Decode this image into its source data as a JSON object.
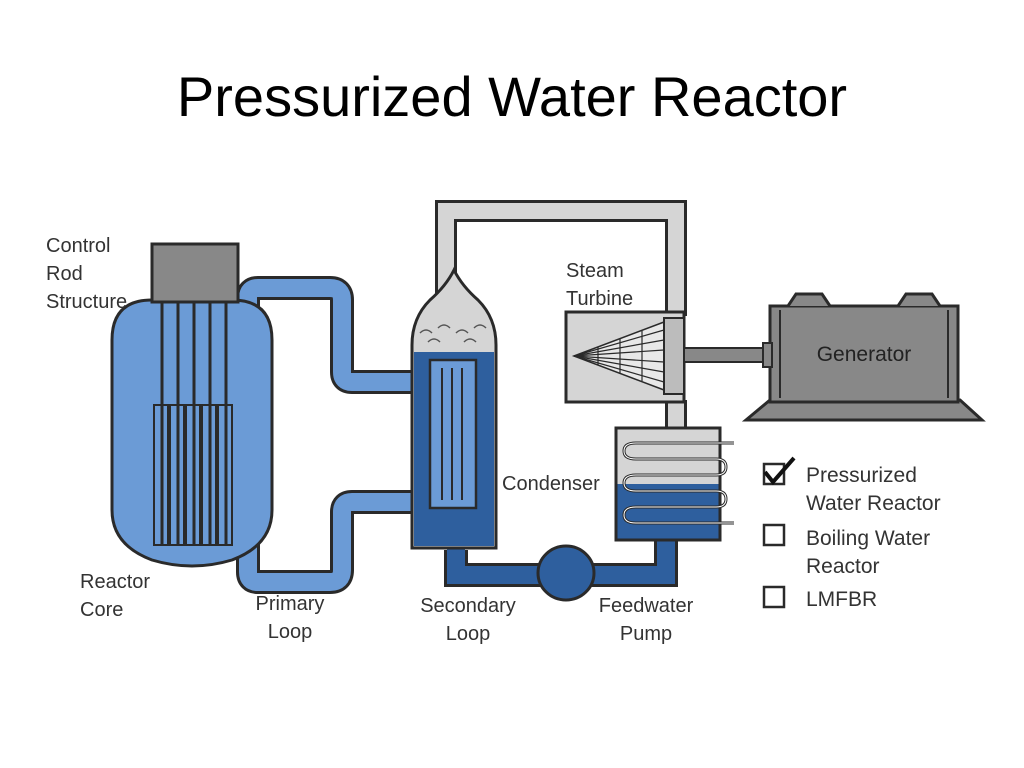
{
  "title": "Pressurized Water Reactor",
  "labels": {
    "control_rod_1": "Control",
    "control_rod_2": "Rod",
    "control_rod_3": "Structure",
    "reactor_core_1": "Reactor",
    "reactor_core_2": "Core",
    "primary_loop_1": "Primary",
    "primary_loop_2": "Loop",
    "secondary_loop_1": "Secondary",
    "secondary_loop_2": "Loop",
    "steam_turbine_1": "Steam",
    "steam_turbine_2": "Turbine",
    "generator": "Generator",
    "condenser": "Condenser",
    "feedwater_pump_1": "Feedwater",
    "feedwater_pump_2": "Pump"
  },
  "legend": [
    {
      "line1": "Pressurized",
      "line2": "Water Reactor",
      "checked": true
    },
    {
      "line1": "Boiling Water",
      "line2": "Reactor",
      "checked": false
    },
    {
      "line1": "LMFBR",
      "line2": "",
      "checked": false
    }
  ],
  "colors": {
    "vessel_blue": "#6b9bd6",
    "deep_blue": "#2e5f9e",
    "pipe_gray": "#d5d5d5",
    "metal_gray": "#888888",
    "outline": "#2a2a2a"
  }
}
